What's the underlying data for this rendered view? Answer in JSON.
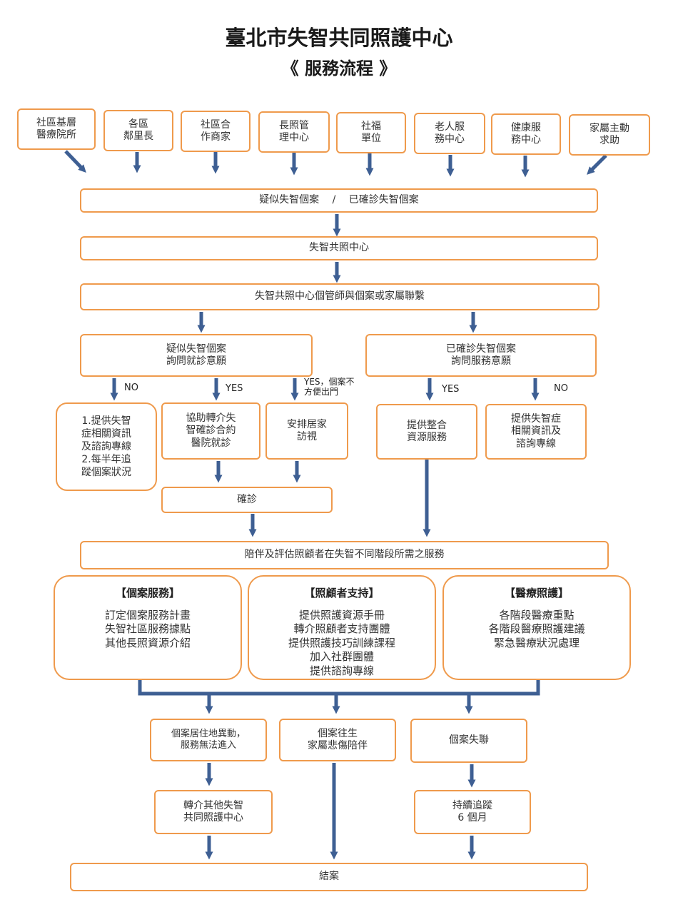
{
  "header": {
    "title": "臺北市失智共同照護中心",
    "subtitle": "《 服務流程 》"
  },
  "sources": [
    "社區基層\n醫療院所",
    "各區\n鄰里長",
    "社區合\n作商家",
    "長照管\n理中心",
    "社福\n單位",
    "老人服\n務中心",
    "健康服\n務中心",
    "家屬主動\n求助"
  ],
  "steps": {
    "case_type": "疑似失智個案　 /　 已確診失智個案",
    "center": "失智共照中心",
    "contact": "失智共照中心個管師與個案或家屬聯繫",
    "suspected": "疑似失智個案\n詢問就診意願",
    "confirmed": "已確診失智個案\n詢問服務意願",
    "no_info": "1.提供失智\n症相關資訊\n及諮詢專線\n2.每半年追\n蹤個案狀況",
    "referral": "協助轉介失\n智確診合約\n醫院就診",
    "home_visit": "安排居家\n訪視",
    "integrated": "提供整合\n資源服務",
    "confirmed_no": "提供失智症\n相關資訊及\n諮詢專線",
    "diagnosis": "確診",
    "companion": "陪伴及評估照顧者在失智不同階段所需之服務",
    "move": "個案居住地異動，\n服務無法進入",
    "deceased": "個案往生\n家屬悲傷陪伴",
    "lost": "個案失聯",
    "transfer": "轉介其他失智\n共同照護中心",
    "track": "持續追蹤\n6 個月",
    "close": "結案"
  },
  "labels": {
    "no1": "NO",
    "yes1": "YES",
    "yes_home": "YES，個案不\n方便出門",
    "yes2": "YES",
    "no2": "NO"
  },
  "services": [
    {
      "heading": "【個案服務】",
      "body": "訂定個案服務計畫\n失智社區服務據點\n其他長照資源介紹"
    },
    {
      "heading": "【照顧者支持】",
      "body": "提供照護資源手冊\n轉介照顧者支持團體\n提供照護技巧訓練課程\n加入社群團體\n提供諮詢專線"
    },
    {
      "heading": "【醫療照護】",
      "body": "各階段醫療重點\n各階段醫療照護建議\n緊急醫療狀況處理"
    }
  ],
  "colors": {
    "box_border": "#ef9a4c",
    "arrow": "#3e5f93"
  }
}
